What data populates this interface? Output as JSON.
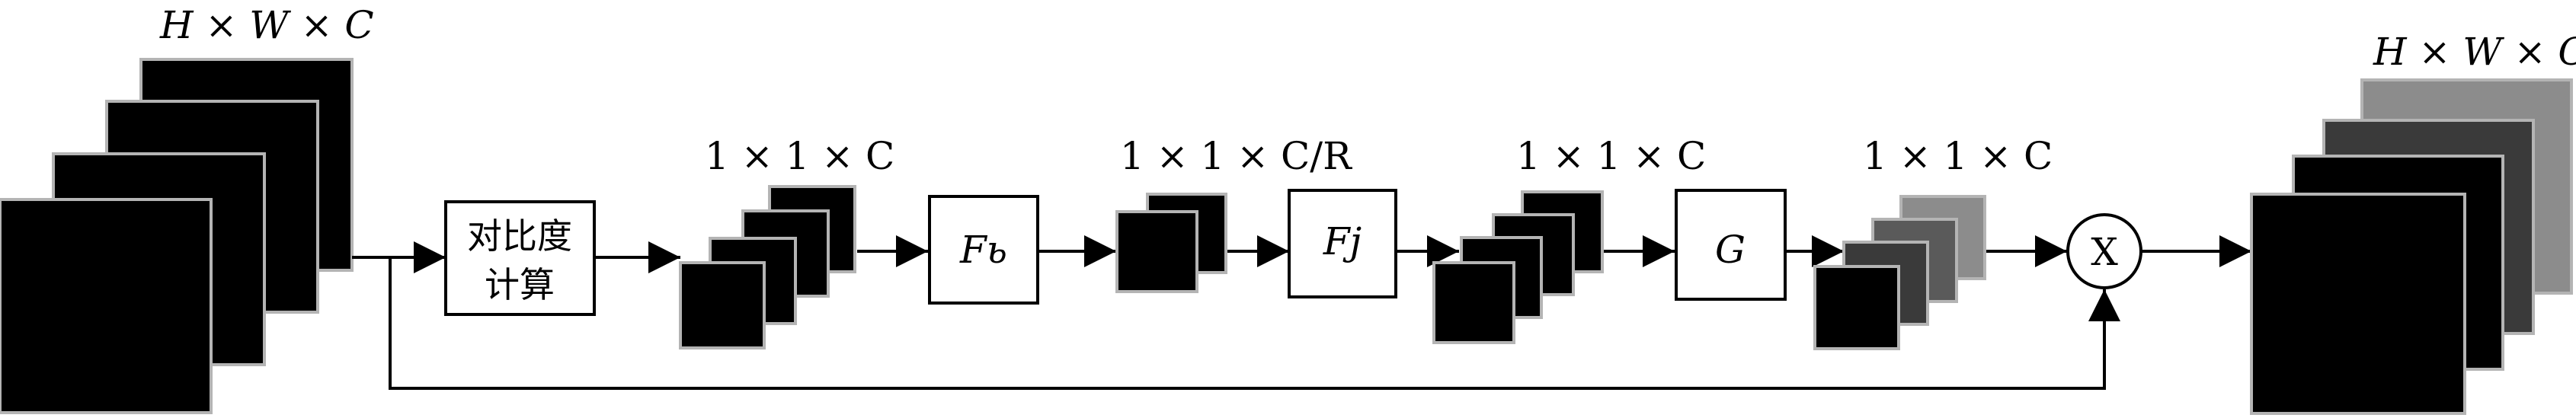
{
  "input_label": "H × W × C",
  "contrast_block": {
    "line1": "对比度",
    "line2": "计算"
  },
  "shape_after_contrast": "1 × 1 × C",
  "fb_block": "Fь",
  "shape_after_fb": "1 × 1 × C/R",
  "fj_block": "Fj",
  "shape_after_fj": "1 × 1 × C",
  "g_block": "G",
  "shape_after_g": "1 × 1 × C",
  "multiply_symbol": "X",
  "output_label": "H × W × C",
  "colors": {
    "line": "#000000",
    "block_fill": "#000000",
    "block_border": "#b4b4b4",
    "gray_dark": "#3a3a3a",
    "gray_mid": "#5a5a5a",
    "gray_light": "#8c8c8c"
  }
}
